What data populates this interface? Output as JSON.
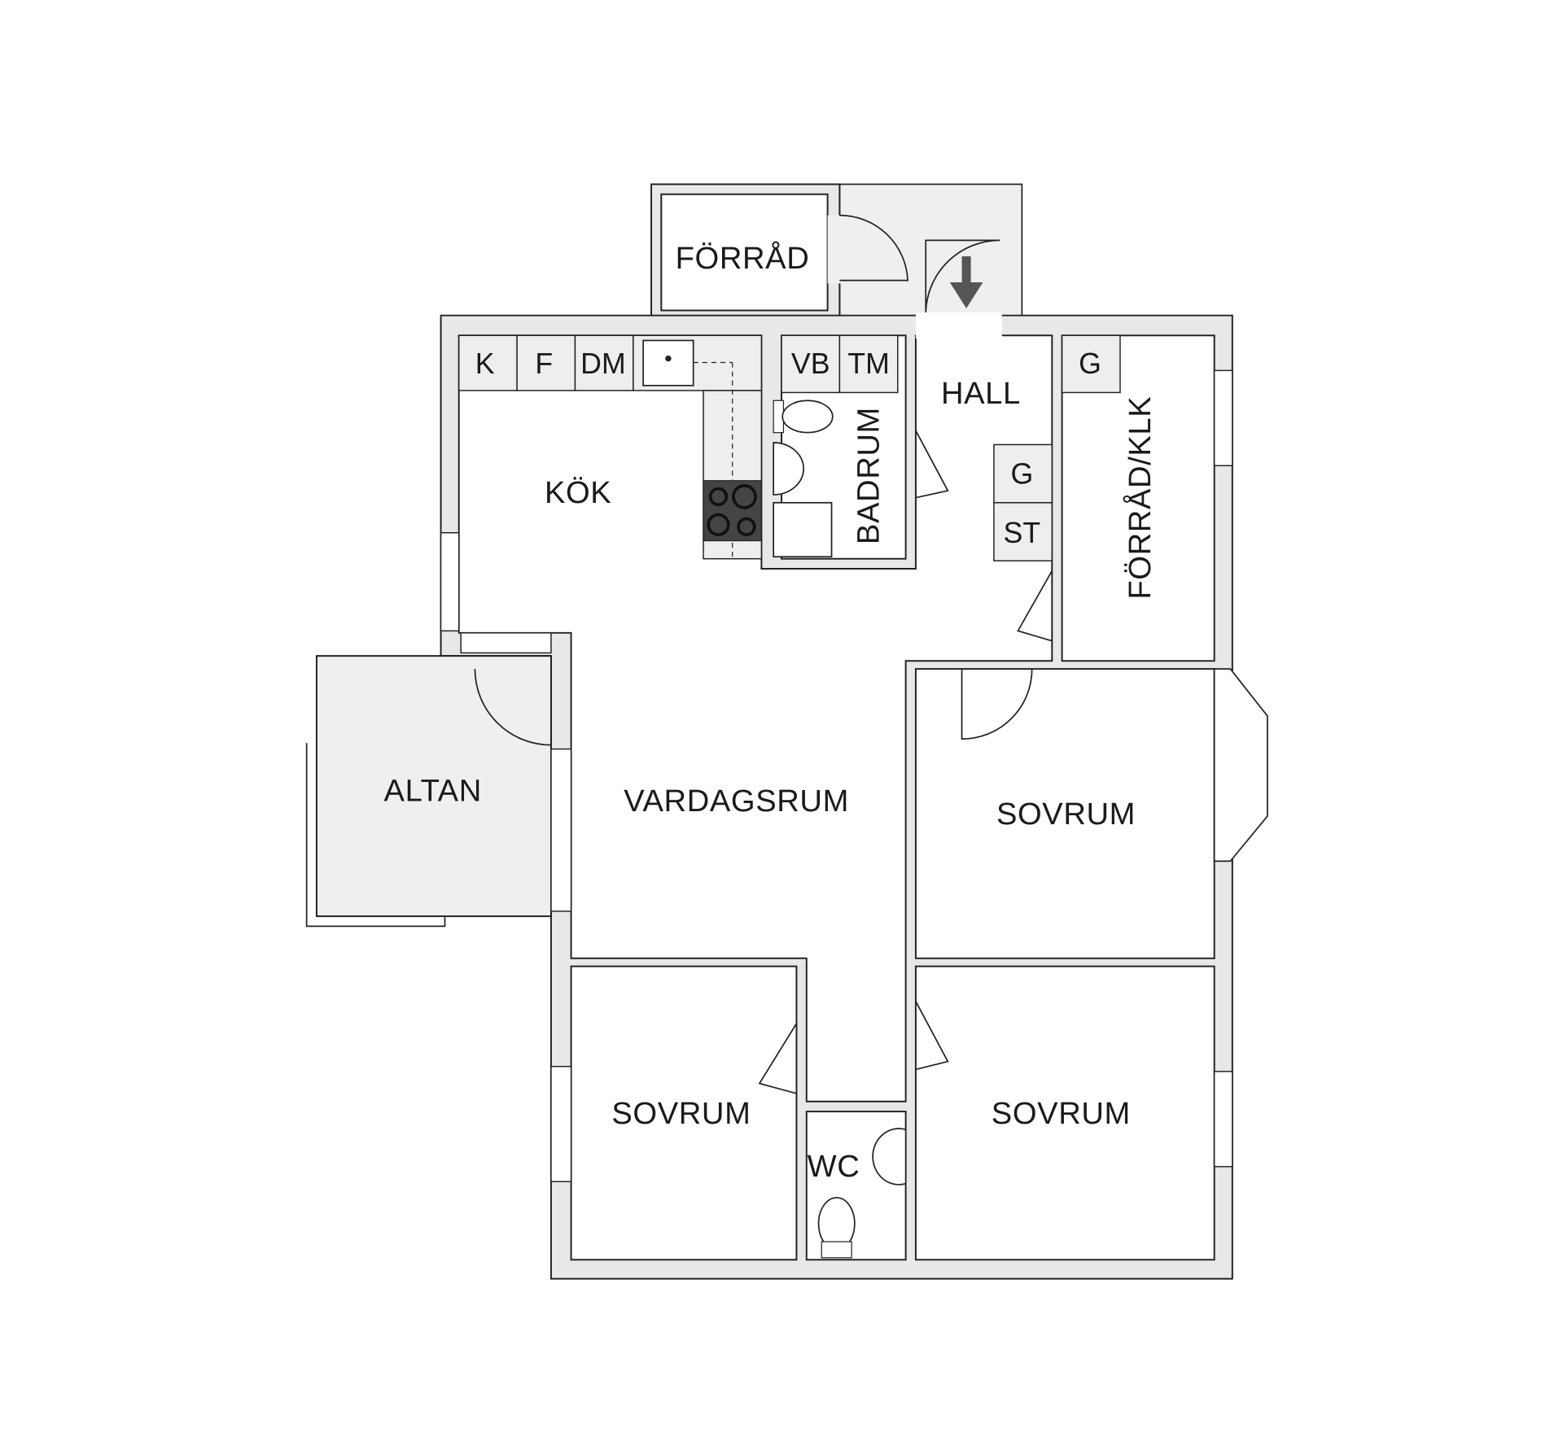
{
  "plan": {
    "rooms": {
      "forrad": "FÖRRÅD",
      "kok": "KÖK",
      "badrum": "BADRUM",
      "hall": "HALL",
      "forrad_klk": "FÖRRÅD/KLK",
      "altan": "ALTAN",
      "vardagsrum": "VARDAGSRUM",
      "sovrum_1": "SOVRUM",
      "sovrum_2": "SOVRUM",
      "sovrum_3": "SOVRUM",
      "wc": "WC"
    },
    "fixtures": {
      "k": "K",
      "f": "F",
      "dm": "DM",
      "vb": "VB",
      "tm": "TM",
      "g_klk": "G",
      "g_hall": "G",
      "st": "ST"
    },
    "entrance_icon": "arrow-down-icon",
    "colors": {
      "wall": "#e8e8e8",
      "line": "#222222",
      "stove": "#444444",
      "outdoor": "#efefef"
    }
  }
}
